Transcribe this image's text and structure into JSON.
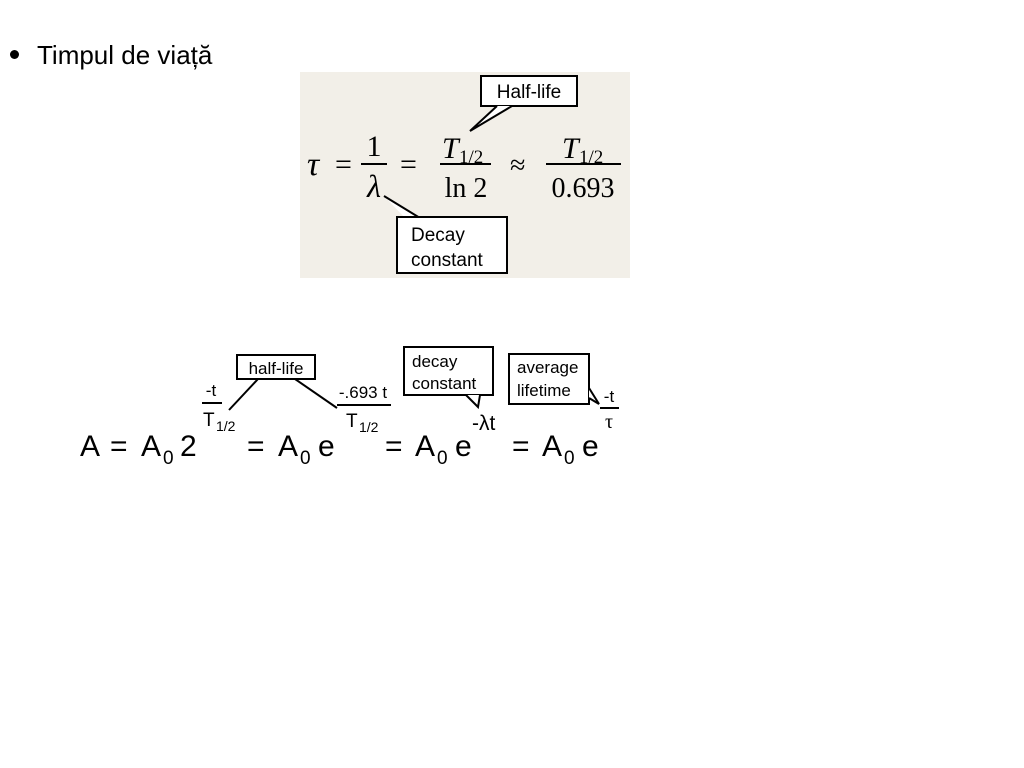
{
  "slide": {
    "bullet_text": "Timpul de viață"
  },
  "formula1": {
    "tau": "τ",
    "eq": "=",
    "one": "1",
    "lambda": "λ",
    "eq2": "=",
    "T": "T",
    "half_sub": "1/2",
    "ln2": "ln 2",
    "approx": "≈",
    "T2": "T",
    "half_sub2": "1/2",
    "den": "0.693",
    "callout_halflife": "Half-life",
    "callout_decay_line1": "Decay",
    "callout_decay_line2": "constant"
  },
  "formula2": {
    "A": "A",
    "eq": "=",
    "A0": "A",
    "sub0": "0",
    "two": "2",
    "exp1_num": "-t",
    "exp1_den_T": "T",
    "exp1_den_sub": "1/2",
    "e1": "e",
    "exp2_num": "-.693 t",
    "exp2_den_T": "T",
    "exp2_den_sub": "1/2",
    "e2": "e",
    "exp3": "-λt",
    "e3": "e",
    "exp4_num": "-t",
    "exp4_den": "τ",
    "callout_halflife": "half-life",
    "callout_decay_line1": "decay",
    "callout_decay_line2": "constant",
    "callout_avg_line1": "average",
    "callout_avg_line2": "lifetime"
  }
}
